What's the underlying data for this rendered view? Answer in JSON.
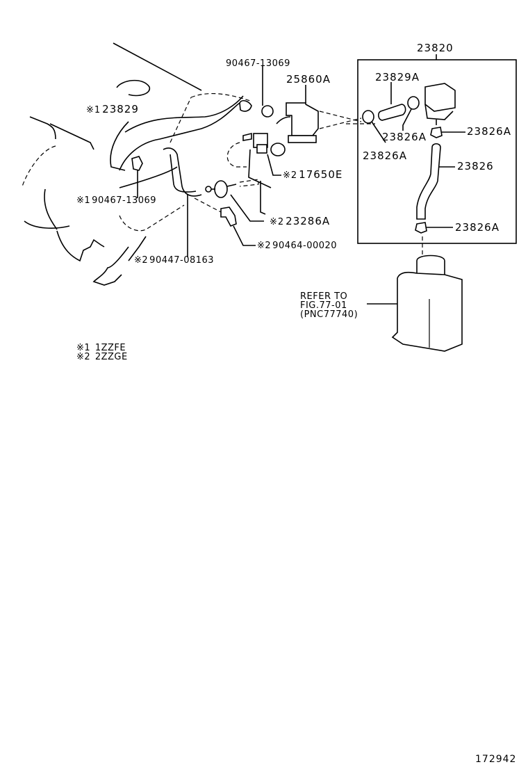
{
  "diagram": {
    "figure_number": "172942",
    "assembly": {
      "part_no": "23820",
      "components": [
        {
          "id": "23829A",
          "label": "23829A",
          "desc": "hose"
        },
        {
          "id": "23826A_left",
          "label": "23826A",
          "desc": "clamp"
        },
        {
          "id": "23826A_mid",
          "label": "23826A",
          "desc": "clamp"
        },
        {
          "id": "23826A_right",
          "label": "23826A",
          "desc": "clamp"
        },
        {
          "id": "23826",
          "label": "23826",
          "desc": "hose"
        },
        {
          "id": "23826A_bottom",
          "label": "23826A",
          "desc": "clamp"
        }
      ]
    },
    "callouts": [
      {
        "id": "c1",
        "mark": "※1",
        "part_no": "23829"
      },
      {
        "id": "c2",
        "mark": "",
        "part_no": "90467-13069"
      },
      {
        "id": "c3",
        "mark": "",
        "part_no": "25860A"
      },
      {
        "id": "c4",
        "mark": "※2",
        "part_no": "17650E"
      },
      {
        "id": "c5",
        "mark": "※1",
        "part_no": "90467-13069"
      },
      {
        "id": "c6",
        "mark": "※2",
        "part_no": "23286A"
      },
      {
        "id": "c7",
        "mark": "※2",
        "part_no": "90464-00020"
      },
      {
        "id": "c8",
        "mark": "※2",
        "part_no": "90447-08163"
      }
    ],
    "reference_note": {
      "line1": "REFER TO",
      "line2": "FIG.77-01",
      "line3": "(PNC77740)"
    },
    "legend": [
      {
        "mark": "※1",
        "engine": "1ZZFE"
      },
      {
        "mark": "※2",
        "engine": "2ZZGE"
      }
    ]
  }
}
